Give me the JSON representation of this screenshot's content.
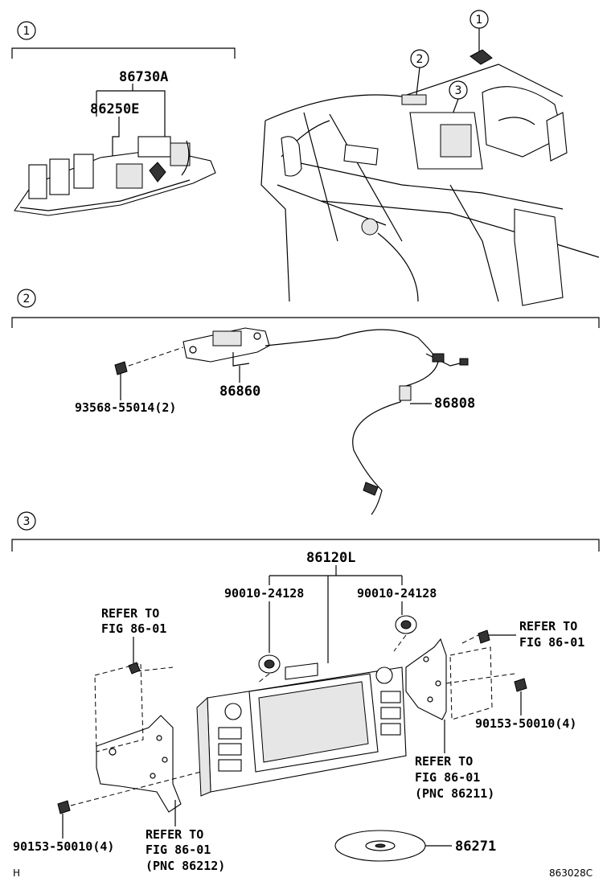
{
  "sections": [
    {
      "marker": "1"
    },
    {
      "marker": "2"
    },
    {
      "marker": "3"
    }
  ],
  "overview_markers": [
    "1",
    "2",
    "3"
  ],
  "labels": {
    "s1_assembly": "86730A",
    "s1_unit": "86250E",
    "s2_antenna": "86860",
    "s2_screw": "93568-55014(2)",
    "s2_cable": "86808",
    "s3_radio": "86120L",
    "s3_knob_left": "90010-24128",
    "s3_knob_right": "90010-24128",
    "s3_refer_tl_1": "REFER TO",
    "s3_refer_tl_2": "FIG 86-01",
    "s3_refer_tr_1": "REFER TO",
    "s3_refer_tr_2": "FIG 86-01",
    "s3_screw_right": "90153-50010(4)",
    "s3_refer_mr_1": "REFER TO",
    "s3_refer_mr_2": "FIG 86-01",
    "s3_refer_mr_3": "(PNC 86211)",
    "s3_screw_left": "90153-50010(4)",
    "s3_refer_bl_1": "REFER TO",
    "s3_refer_bl_2": "FIG 86-01",
    "s3_refer_bl_3": "(PNC 86212)",
    "s3_disc": "86271"
  },
  "footer": {
    "left": "H",
    "code": "863028C"
  }
}
